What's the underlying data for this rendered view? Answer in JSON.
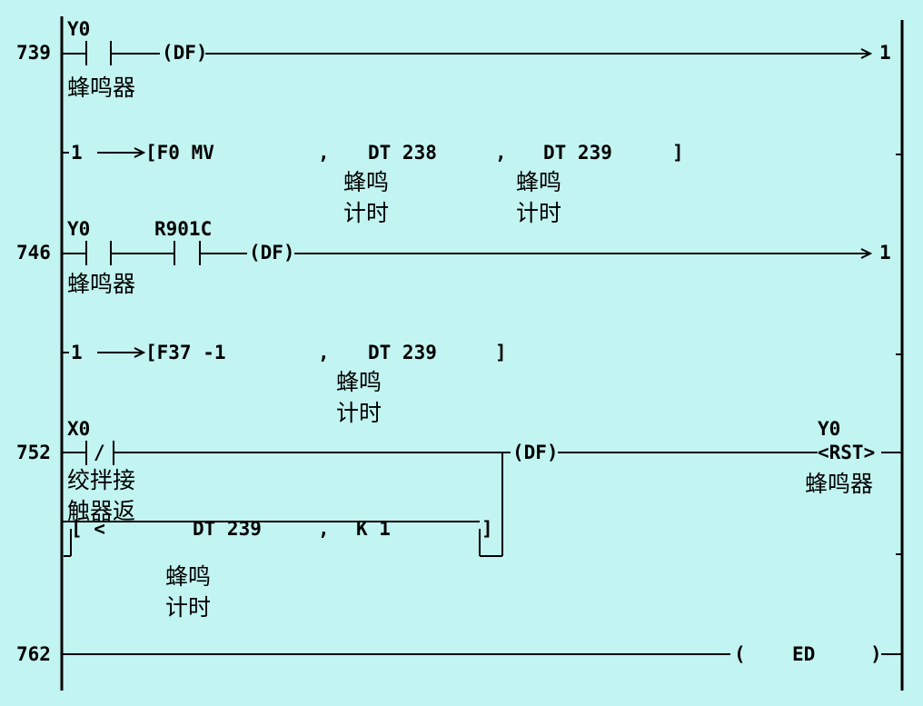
{
  "steps": [
    {
      "number": "739",
      "contact": "Y0",
      "contact_comment": "蜂鸣器",
      "df": "(DF)",
      "arrow_end": "1"
    },
    {
      "continue_mark": "1",
      "instruction": "[F0 MV",
      "sep1": ",",
      "operand1": "DT 238",
      "sep2": ",",
      "operand2": "DT 239",
      "close": "]",
      "operand1_comment": [
        "蜂鸣",
        "计时"
      ],
      "operand2_comment": [
        "蜂鸣",
        "计时"
      ]
    },
    {
      "number": "746",
      "contact": "Y0",
      "contact_comment": "蜂鸣器",
      "contact2": "R901C",
      "df": "(DF)",
      "arrow_end": "1"
    },
    {
      "continue_mark": "1",
      "instruction": "[F37 -1",
      "sep1": ",",
      "operand1": "DT 239",
      "close": "]",
      "operand1_comment": [
        "蜂鸣",
        "计时"
      ]
    },
    {
      "number": "752",
      "contact": "X0",
      "contact_symbol": "/",
      "contact_comment": [
        "绞拌接",
        "触器返"
      ],
      "df": "(DF)",
      "coil_name": "Y0",
      "coil": "<RST>",
      "coil_comment": "蜂鸣器",
      "compare_open": "[ <",
      "compare_operand": "DT 239",
      "compare_sep": ",",
      "compare_constant": "K 1",
      "compare_close": "]",
      "compare_comment": [
        "蜂鸣",
        "计时"
      ]
    },
    {
      "number": "762",
      "end_open": "(",
      "end_instruction": "ED",
      "end_close": ")"
    }
  ]
}
